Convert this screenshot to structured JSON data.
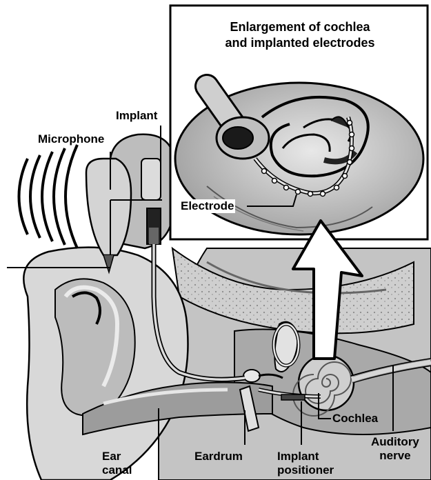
{
  "inset": {
    "title_line1": "Enlargement of cochlea",
    "title_line2": "and implanted electrodes",
    "electrode_label": "Electrode"
  },
  "labels": {
    "implant": "Implant",
    "microphone": "Microphone",
    "ear_canal_line1": "Ear",
    "ear_canal_line2": "canal",
    "eardrum": "Eardrum",
    "implant_positioner_line1": "Implant",
    "implant_positioner_line2": "positioner",
    "cochlea": "Cochlea",
    "auditory_nerve_line1": "Auditory",
    "auditory_nerve_line2": "nerve"
  },
  "colors": {
    "outline": "#000000",
    "skin_light": "#e6e6e6",
    "skin_mid": "#bdbdbd",
    "skin_dark": "#8c8c8c",
    "bone": "#d0d0d0"
  }
}
